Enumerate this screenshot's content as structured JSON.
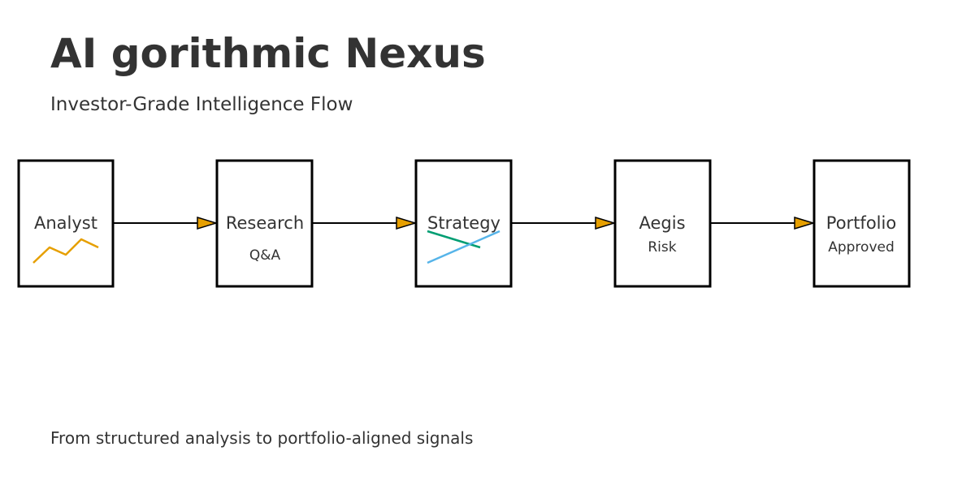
{
  "title": "AI gorithmic Nexus",
  "subtitle": "Investor-Grade Intelligence Flow",
  "footer": "From structured analysis to portfolio-aligned signals",
  "colors": {
    "text": "#333333",
    "box_stroke": "#000000",
    "arrow_fill": "#E69F00",
    "analyst_sparkline": "#E69F00",
    "strategy_line_a": "#009E73",
    "strategy_line_b": "#56B4E9"
  },
  "nodes": [
    {
      "id": "analyst",
      "label": "Analyst",
      "sublabel": "",
      "icon": "sparkline-icon"
    },
    {
      "id": "research",
      "label": "Research",
      "sublabel": "Q&A",
      "icon": ""
    },
    {
      "id": "strategy",
      "label": "Strategy",
      "sublabel": "",
      "icon": "crossing-lines-icon"
    },
    {
      "id": "aegis",
      "label": "Aegis",
      "sublabel": "Risk",
      "icon": ""
    },
    {
      "id": "portfolio",
      "label": "Portfolio",
      "sublabel": "Approved",
      "icon": ""
    }
  ],
  "edges": [
    {
      "from": "analyst",
      "to": "research"
    },
    {
      "from": "research",
      "to": "strategy"
    },
    {
      "from": "strategy",
      "to": "aegis"
    },
    {
      "from": "aegis",
      "to": "portfolio"
    }
  ]
}
